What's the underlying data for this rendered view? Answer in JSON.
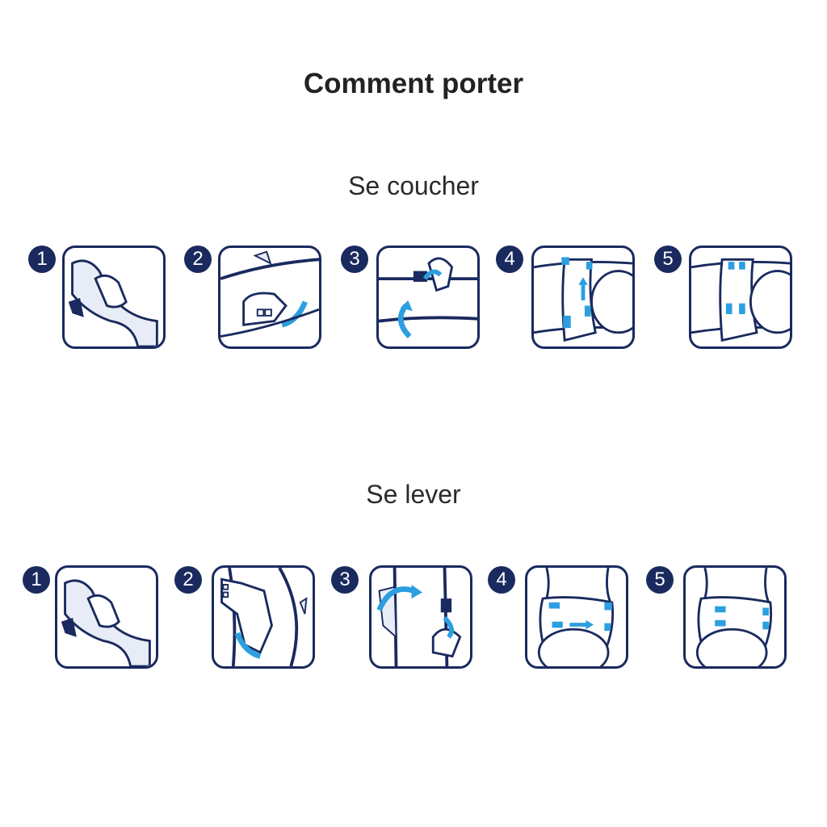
{
  "title": "Comment porter",
  "colors": {
    "navy": "#1a2a5e",
    "accent_blue": "#2b9fe0",
    "fill_light": "#e8ecf6"
  },
  "sections": [
    {
      "title": "Se coucher",
      "steps": [
        {
          "number": "1",
          "icon": "hand-holding-diaper-icon"
        },
        {
          "number": "2",
          "icon": "fold-diaper-under-icon"
        },
        {
          "number": "3",
          "icon": "pull-diaper-up-icon"
        },
        {
          "number": "4",
          "icon": "fasten-tabs-icon"
        },
        {
          "number": "5",
          "icon": "diaper-fastened-icon"
        }
      ]
    },
    {
      "title": "Se lever",
      "steps": [
        {
          "number": "1",
          "icon": "hand-holding-diaper-icon"
        },
        {
          "number": "2",
          "icon": "position-diaper-icon"
        },
        {
          "number": "3",
          "icon": "pull-diaper-through-legs-icon"
        },
        {
          "number": "4",
          "icon": "fasten-tabs-icon"
        },
        {
          "number": "5",
          "icon": "diaper-fastened-icon"
        }
      ]
    }
  ]
}
